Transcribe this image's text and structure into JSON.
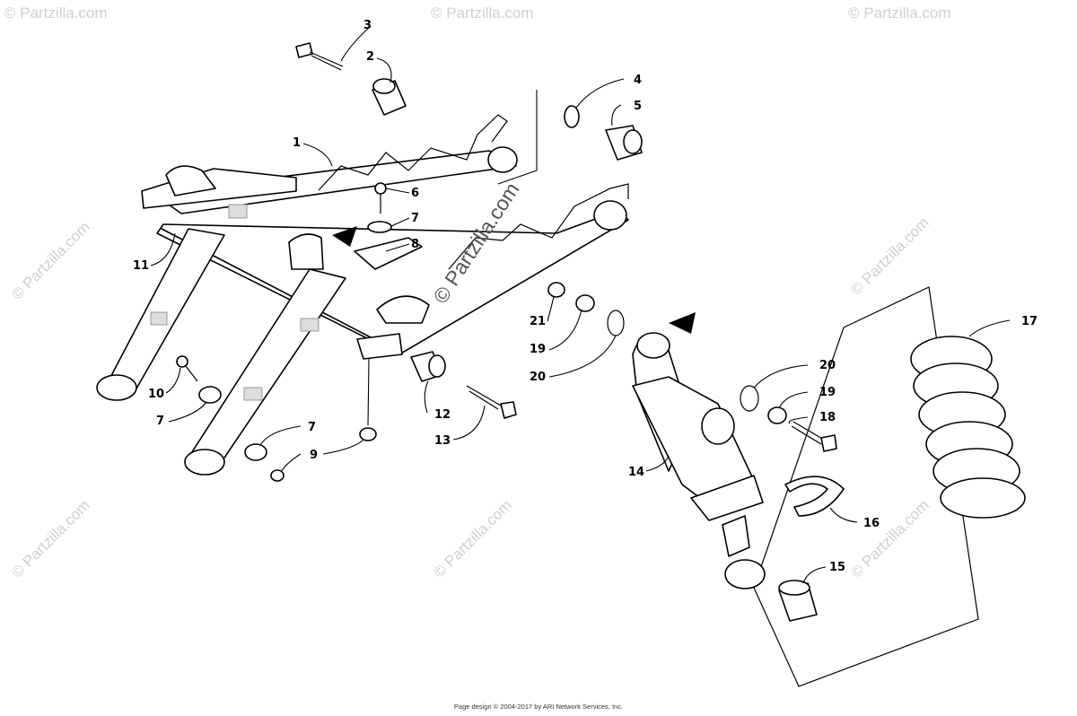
{
  "watermark_text": "© Partzilla.com",
  "center_watermark_text": "© Partzilla.com",
  "callouts": {
    "c1": "1",
    "c2": "2",
    "c3": "3",
    "c4": "4",
    "c5": "5",
    "c6": "6",
    "c7a": "7",
    "c7b": "7",
    "c7c": "7",
    "c8": "8",
    "c9": "9",
    "c10": "10",
    "c11": "11",
    "c12": "12",
    "c13": "13",
    "c14": "14",
    "c15": "15",
    "c16": "16",
    "c17": "17",
    "c18": "18",
    "c19a": "19",
    "c19b": "19",
    "c20a": "20",
    "c20b": "20",
    "c21": "21"
  },
  "footer": {
    "text": "Page design © 2004-2017 by ARI Network Services, Inc."
  }
}
